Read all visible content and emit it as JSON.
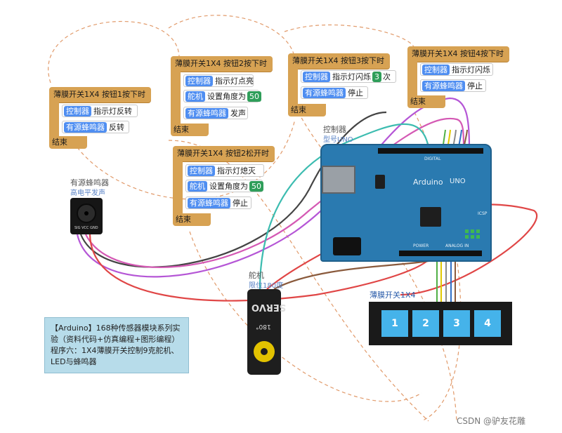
{
  "blocks": {
    "b1": {
      "hat": "薄膜开关1X4 按钮1按下时",
      "s1_tag": "控制器",
      "s1_text": "指示灯反转",
      "s2_tag": "有源蜂鸣器",
      "s2_text": "反转",
      "end": "结束"
    },
    "b2": {
      "hat": "薄膜开关1X4 按钮2按下时",
      "s1_tag": "控制器",
      "s1_text": "指示灯点亮",
      "s2_tag": "舵机",
      "s2_text": "设置角度为",
      "s2_value": "50",
      "s3_tag": "有源蜂鸣器",
      "s3_text": "发声",
      "end": "结束"
    },
    "b3": {
      "hat": "薄膜开关1X4 按钮3按下时",
      "s1_tag": "控制器",
      "s1_text": "指示灯闪烁",
      "s1_value": "3",
      "s1_suffix": "次",
      "s2_tag": "有源蜂鸣器",
      "s2_text": "停止",
      "end": "结束"
    },
    "b4": {
      "hat": "薄膜开关1X4 按钮4按下时",
      "s1_tag": "控制器",
      "s1_text": "指示灯闪烁",
      "s2_tag": "有源蜂鸣器",
      "s2_text": "停止",
      "end": "结束"
    },
    "b5": {
      "hat": "薄膜开关1X4 按钮2松开时",
      "s1_tag": "控制器",
      "s1_text": "指示灯熄灭",
      "s2_tag": "舵机",
      "s2_text": "设置角度为",
      "s2_value": "50",
      "s3_tag": "有源蜂鸣器",
      "s3_text": "停止",
      "end": "结束"
    }
  },
  "components": {
    "controller_label": "控制器",
    "controller_sub": "型号UNO",
    "buzzer_label": "有源蜂鸣器",
    "buzzer_sub": "高电平发声",
    "buzzer_pins": "SIG VCC GND",
    "servo_label": "舵机",
    "servo_sub": "限位180度",
    "servo_text": "SERVO",
    "servo_angle": "180°",
    "keypad_label": "薄膜开关1X4",
    "keys": [
      "1",
      "2",
      "3",
      "4"
    ],
    "board_text": "Arduino",
    "board_model": "UNO",
    "board_digital": "DIGITAL",
    "board_analog": "ANALOG IN",
    "board_power": "POWER",
    "board_icsp": "ICSP"
  },
  "note": "【Arduino】168种传感器模块系列实验（资料代码+仿真编程+图形编程）程序六：1X4薄膜开关控制9克舵机、LED与蜂鸣器",
  "watermark": "CSDN @驴友花雕",
  "colors": {
    "block_orange": "#d7a253",
    "tag_blue": "#4f8ef1",
    "value_green": "#2f9e5a",
    "board_blue": "#2a7ab0",
    "key_blue": "#45b3ea",
    "note_bg": "#b7dcea"
  }
}
